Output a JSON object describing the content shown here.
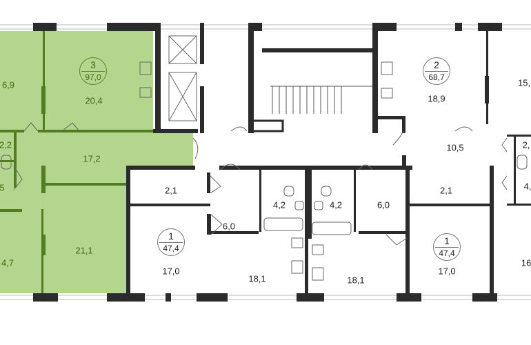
{
  "colors": {
    "apartment_highlight": "#b3d58d",
    "highlight_wall": "#4f7d1f",
    "wall": "#2b2b2b"
  },
  "apartments": [
    {
      "id": "apt3",
      "rooms": "3",
      "total_area": "97,0",
      "highlighted": true
    },
    {
      "id": "apt2",
      "rooms": "2",
      "total_area": "68,7"
    },
    {
      "id": "apt1_left",
      "rooms": "1",
      "total_area": "47,4"
    },
    {
      "id": "apt1_right",
      "rooms": "1",
      "total_area": "47,4"
    }
  ],
  "rooms": {
    "r_6_9": "6,9",
    "r_20_4": "20,4",
    "r_2_2": "2,2",
    "r_17_2": "17,2",
    "r_5": "5",
    "r_4_7": "4,7",
    "r_21_1": "21,1",
    "r_2_1_left": "2,1",
    "r_17_0_left": "17,0",
    "r_6_0_left": "6,0",
    "r_4_2_left": "4,2",
    "r_18_1_left": "18,1",
    "r_4_2_right": "4,2",
    "r_6_0_right": "6,0",
    "r_18_1_right": "18,1",
    "r_2_1_right": "2,1",
    "r_17_0_right": "17,0",
    "r_18_9": "18,9",
    "r_10_5": "10,5",
    "r_15": "15,",
    "r_2_right": "2,",
    "r_4_right": "4,",
    "r_16": "16"
  }
}
